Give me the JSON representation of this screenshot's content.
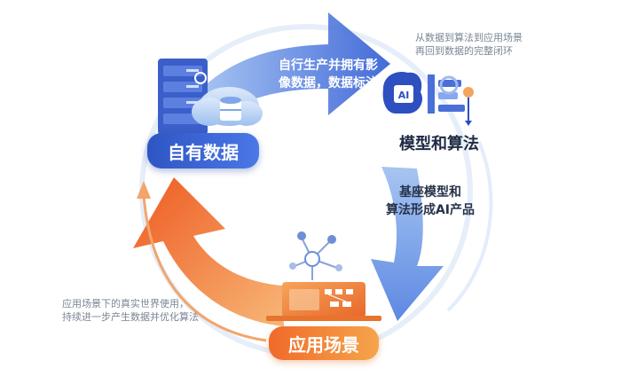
{
  "nodes": {
    "own_data": "自有数据",
    "model": "模型和算法",
    "application": "应用场景"
  },
  "arrows": {
    "top": "自行生产并拥有影像数据，数据标注",
    "top_line1": "自行生产并拥有影",
    "top_line2": "像数据，数据标注",
    "right_line1": "基座模型和",
    "right_line2": "算法形成AI产品"
  },
  "notes": {
    "top_right_line1": "从数据到算法到应用场景",
    "top_right_line2": "再回到数据的完整闭环",
    "bottom_left_line1": "应用场景下的真实世界使用，",
    "bottom_left_line2": "持续进一步产生数据并优化算法"
  },
  "icons": {
    "ai_label": "AI"
  },
  "colors": {
    "blue_dark": "#2f55c4",
    "blue_light": "#8fb3f0",
    "orange_dark": "#ee5a22",
    "orange_light": "#f7b777"
  }
}
